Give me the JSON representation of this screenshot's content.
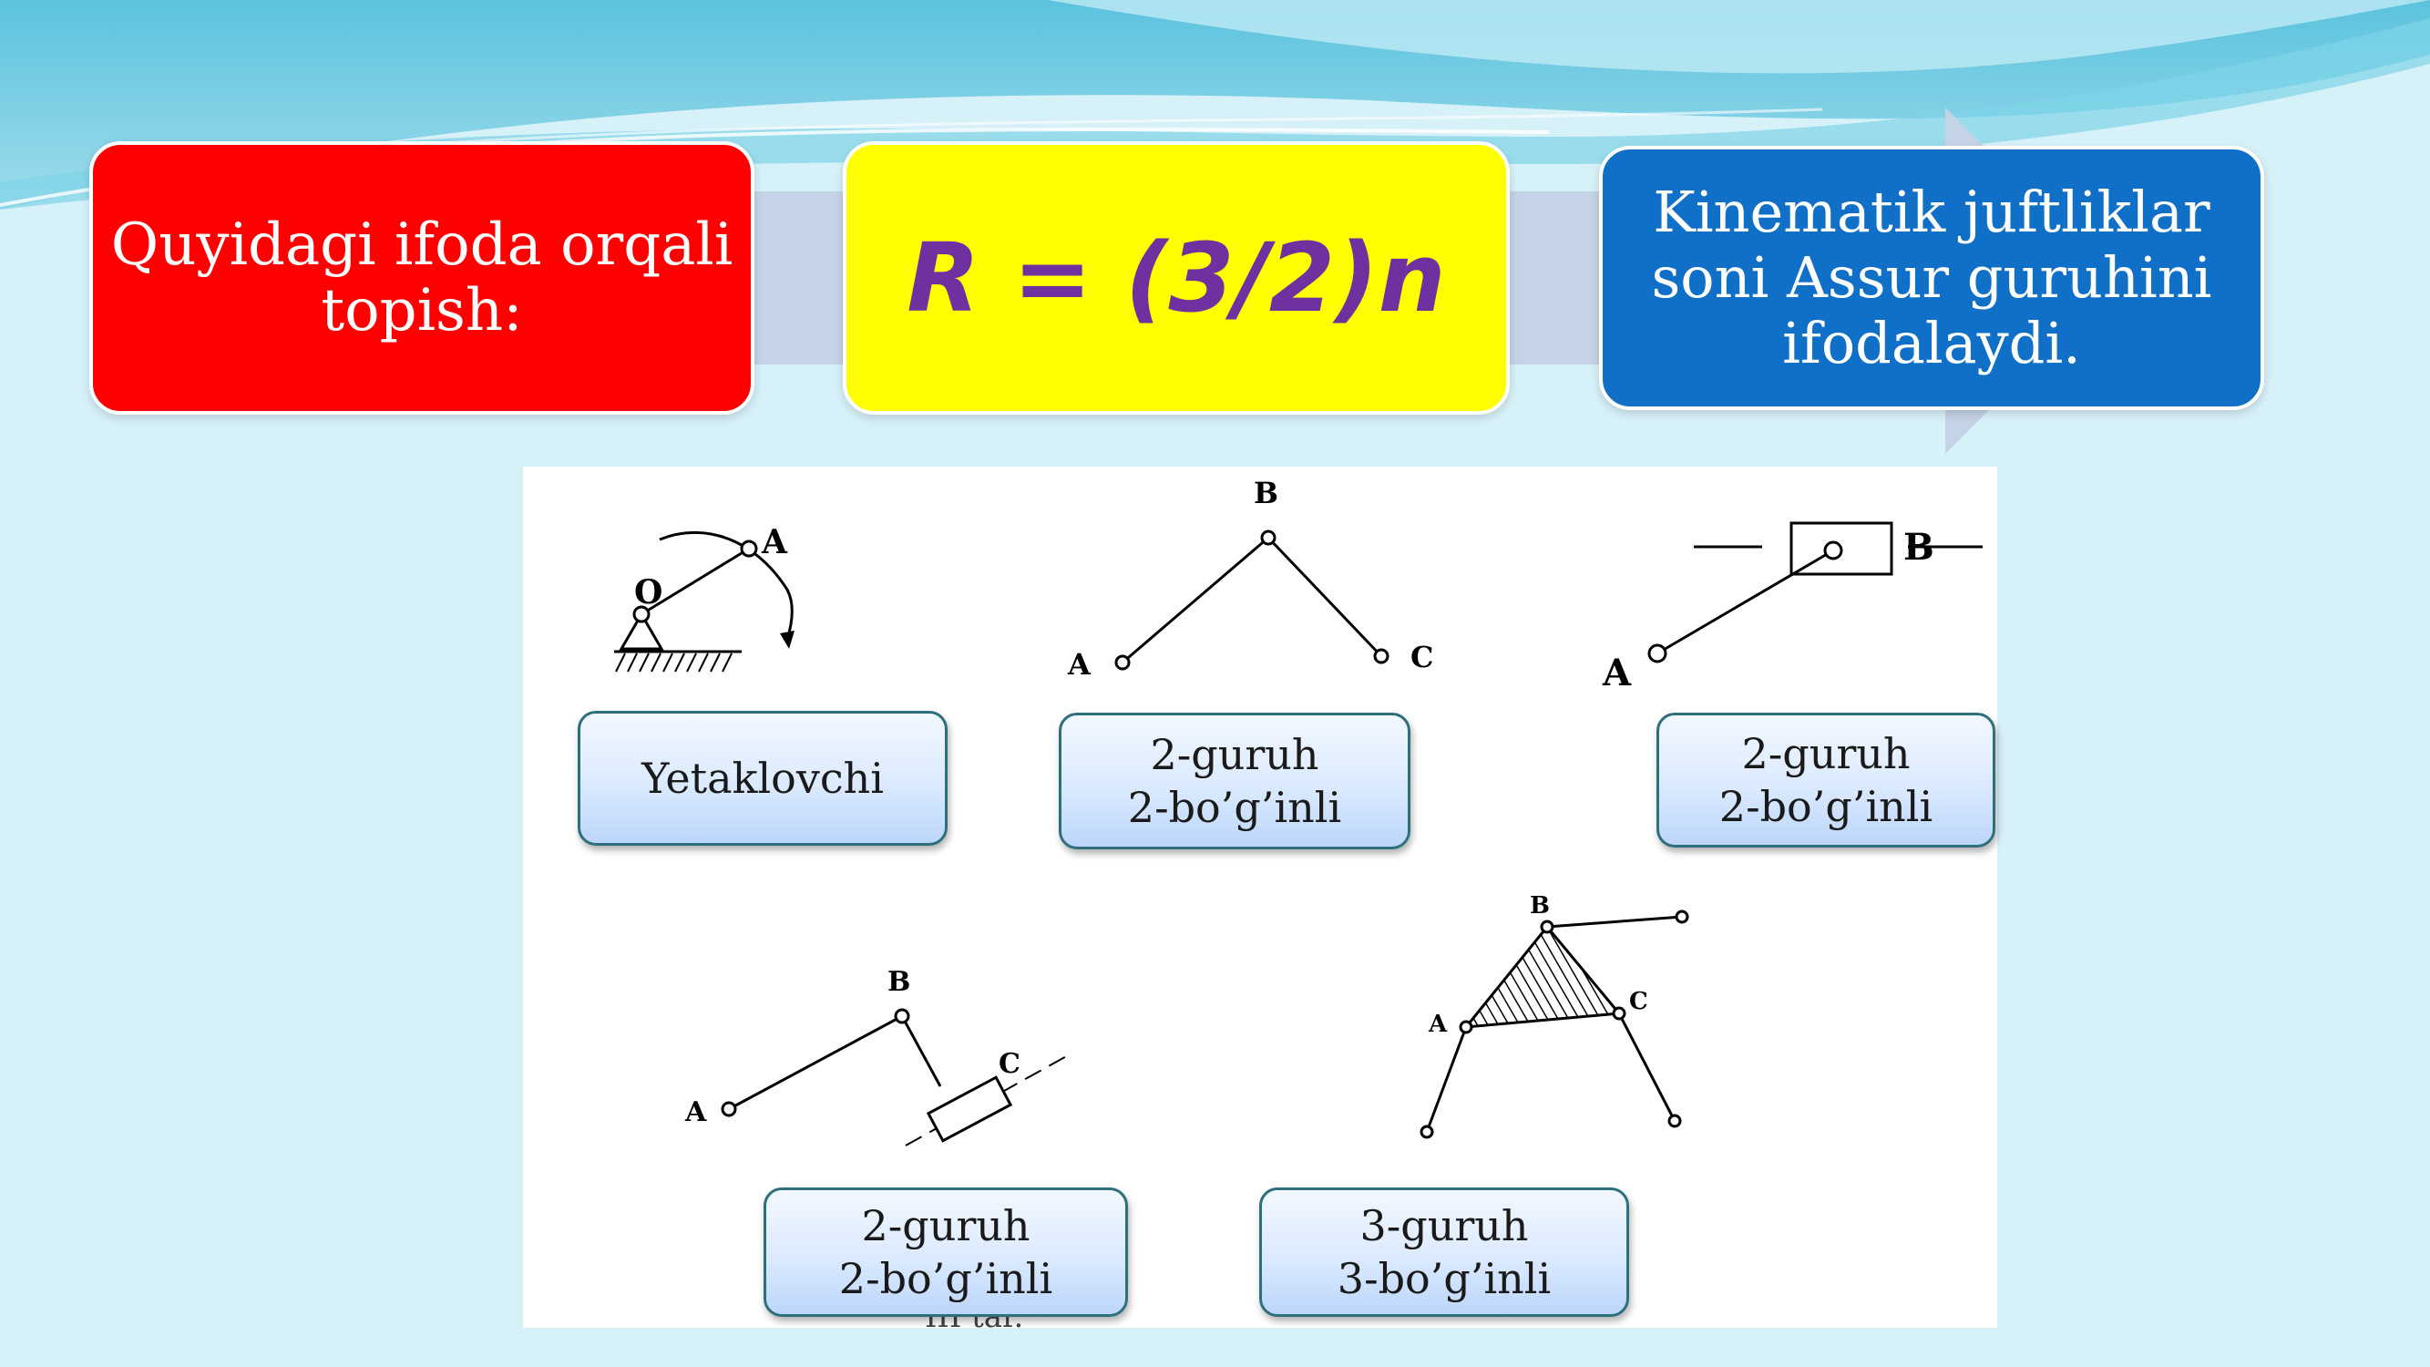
{
  "header_boxes": {
    "left": {
      "text": "Quyidagi ifoda orqali\ntopish:",
      "color": "#ff0000"
    },
    "middle": {
      "text": "R = (3/2)n",
      "color": "#ffff00",
      "text_color": "#7030a0"
    },
    "right": {
      "text": "Kinematik juftliklar\nsoni Assur guruhini\nifodalaydi.",
      "color": "#1070c8"
    }
  },
  "diagrams": {
    "leader": {
      "points": [
        "O",
        "A"
      ],
      "caption": "Yetaklovchi"
    },
    "group_a": {
      "points": [
        "A",
        "B",
        "C"
      ],
      "caption": "2-guruh\n2-bo’g’inli"
    },
    "group_b": {
      "points": [
        "A",
        "B"
      ],
      "caption": "2-guruh\n2-bo’g’inli"
    },
    "group_c": {
      "points": [
        "A",
        "B",
        "C"
      ],
      "caption": "2-guruh\n2-bo’g’inli"
    },
    "group_d": {
      "points": [
        "A",
        "B",
        "C"
      ],
      "caption": "3-guruh\n3-bo’g’inli"
    }
  },
  "cutoff_text": "III    tar."
}
